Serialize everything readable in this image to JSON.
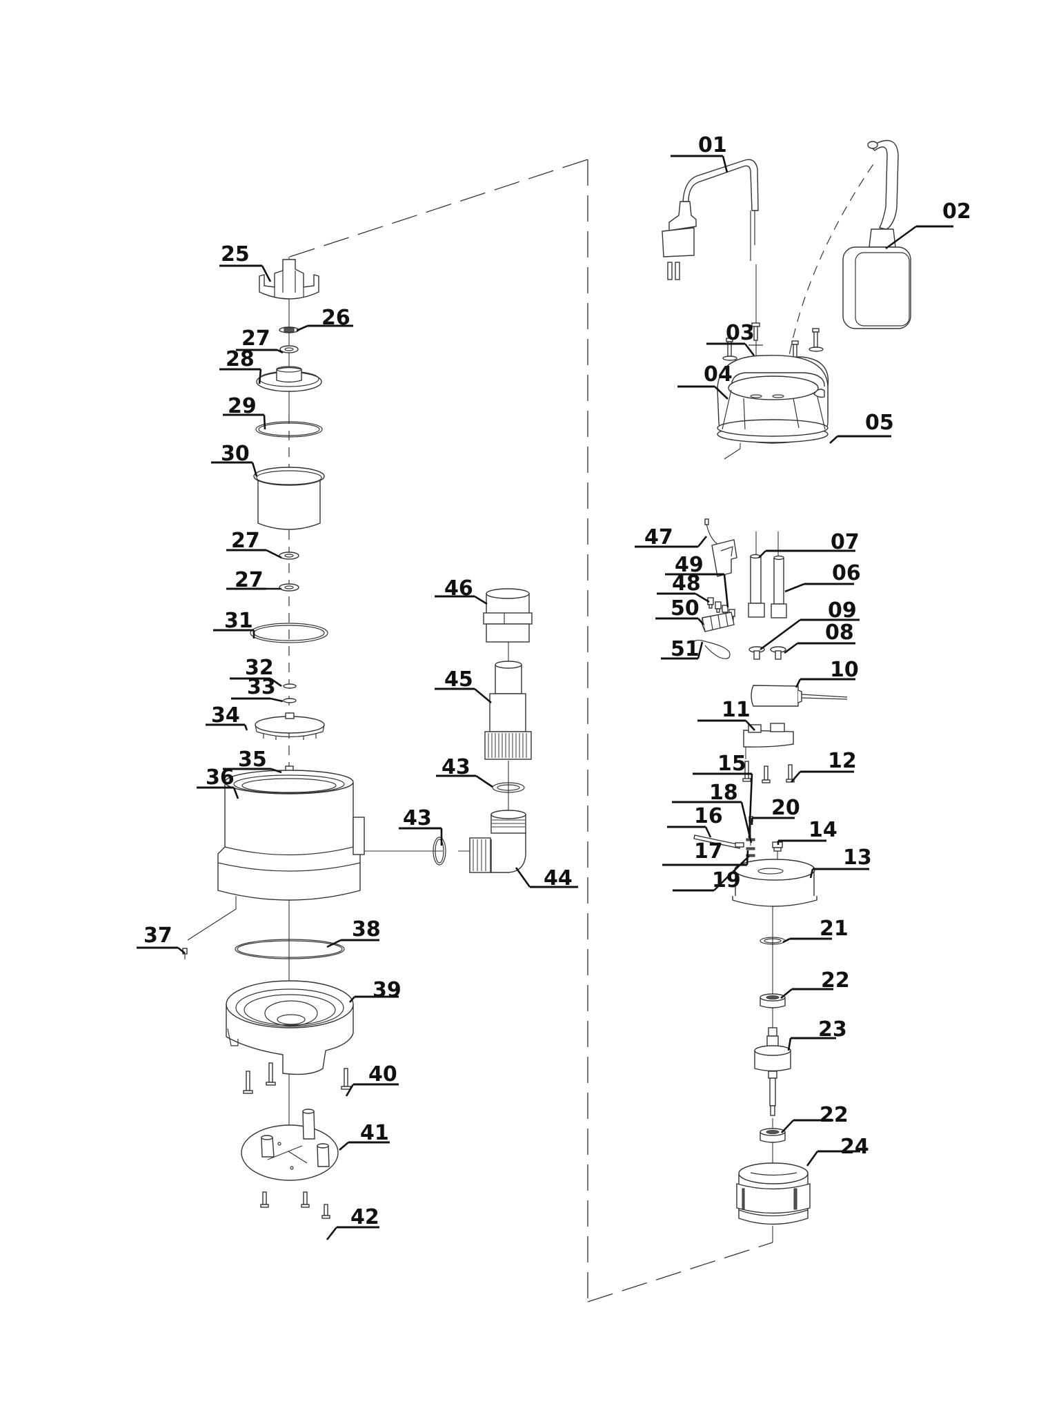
{
  "diagram": {
    "title": "Submersible pump exploded parts diagram",
    "colors": {
      "line": "#333333",
      "label": "#111111",
      "background": "#ffffff"
    },
    "labels": [
      {
        "id": "l01",
        "text": "01",
        "part": "power-cable-with-plug"
      },
      {
        "id": "l02",
        "text": "02",
        "part": "float-switch"
      },
      {
        "id": "l03",
        "text": "03",
        "part": "screw"
      },
      {
        "id": "l04",
        "text": "04",
        "part": "washer"
      },
      {
        "id": "l05",
        "text": "05",
        "part": "handle-housing-cover"
      },
      {
        "id": "l06",
        "text": "06",
        "part": "cable-gland-sleeve"
      },
      {
        "id": "l07",
        "text": "07",
        "part": "sleeve-cap"
      },
      {
        "id": "l08",
        "text": "08",
        "part": "cable-clamp"
      },
      {
        "id": "l09",
        "text": "09",
        "part": "cable-clamp"
      },
      {
        "id": "l10",
        "text": "10",
        "part": "capacitor"
      },
      {
        "id": "l11",
        "text": "11",
        "part": "capacitor-holder"
      },
      {
        "id": "l12",
        "text": "12",
        "part": "screw"
      },
      {
        "id": "l13",
        "text": "13",
        "part": "motor-top-cover"
      },
      {
        "id": "l14",
        "text": "14",
        "part": "bushing"
      },
      {
        "id": "l15",
        "text": "15",
        "part": "washer"
      },
      {
        "id": "l16",
        "text": "16",
        "part": "ground-wire"
      },
      {
        "id": "l17",
        "text": "17",
        "part": "washer"
      },
      {
        "id": "l18",
        "text": "18",
        "part": "terminal"
      },
      {
        "id": "l19",
        "text": "19",
        "part": "washer"
      },
      {
        "id": "l20",
        "text": "20",
        "part": "screw"
      },
      {
        "id": "l21",
        "text": "21",
        "part": "spring-washer"
      },
      {
        "id": "l22a",
        "text": "22",
        "part": "ball-bearing-upper"
      },
      {
        "id": "l23",
        "text": "23",
        "part": "rotor-with-shaft"
      },
      {
        "id": "l22b",
        "text": "22",
        "part": "ball-bearing-lower"
      },
      {
        "id": "l24",
        "text": "24",
        "part": "stator"
      },
      {
        "id": "l25",
        "text": "25",
        "part": "housing-guard"
      },
      {
        "id": "l26",
        "text": "26",
        "part": "circlip"
      },
      {
        "id": "l27a",
        "text": "27",
        "part": "shaft-seal"
      },
      {
        "id": "l28",
        "text": "28",
        "part": "motor-flange"
      },
      {
        "id": "l29",
        "text": "29",
        "part": "o-ring"
      },
      {
        "id": "l30",
        "text": "30",
        "part": "motor-housing-can"
      },
      {
        "id": "l27b",
        "text": "27",
        "part": "shaft-seal"
      },
      {
        "id": "l27c",
        "text": "27",
        "part": "shaft-seal"
      },
      {
        "id": "l31",
        "text": "31",
        "part": "sealing-ring"
      },
      {
        "id": "l32",
        "text": "32",
        "part": "washer"
      },
      {
        "id": "l33",
        "text": "33",
        "part": "washer"
      },
      {
        "id": "l34",
        "text": "34",
        "part": "impeller"
      },
      {
        "id": "l35",
        "text": "35",
        "part": "nut"
      },
      {
        "id": "l36",
        "text": "36",
        "part": "pump-housing"
      },
      {
        "id": "l37",
        "text": "37",
        "part": "screw"
      },
      {
        "id": "l38",
        "text": "38",
        "part": "o-ring"
      },
      {
        "id": "l39",
        "text": "39",
        "part": "pump-base-chamber"
      },
      {
        "id": "l40",
        "text": "40",
        "part": "screw"
      },
      {
        "id": "l41",
        "text": "41",
        "part": "base-plate"
      },
      {
        "id": "l42",
        "text": "42",
        "part": "screw"
      },
      {
        "id": "l43a",
        "text": "43",
        "part": "sealing-ring"
      },
      {
        "id": "l43b",
        "text": "43",
        "part": "sealing-ring"
      },
      {
        "id": "l44",
        "text": "44",
        "part": "elbow-connector"
      },
      {
        "id": "l45",
        "text": "45",
        "part": "hose-connector"
      },
      {
        "id": "l46",
        "text": "46",
        "part": "threaded-adapter"
      },
      {
        "id": "l47",
        "text": "47",
        "part": "cable-with-clip"
      },
      {
        "id": "l48",
        "text": "48",
        "part": "terminal-screw"
      },
      {
        "id": "l49",
        "text": "49",
        "part": "terminal-screw"
      },
      {
        "id": "l50",
        "text": "50",
        "part": "terminal-block"
      },
      {
        "id": "l51",
        "text": "51",
        "part": "cable-tie"
      }
    ]
  }
}
